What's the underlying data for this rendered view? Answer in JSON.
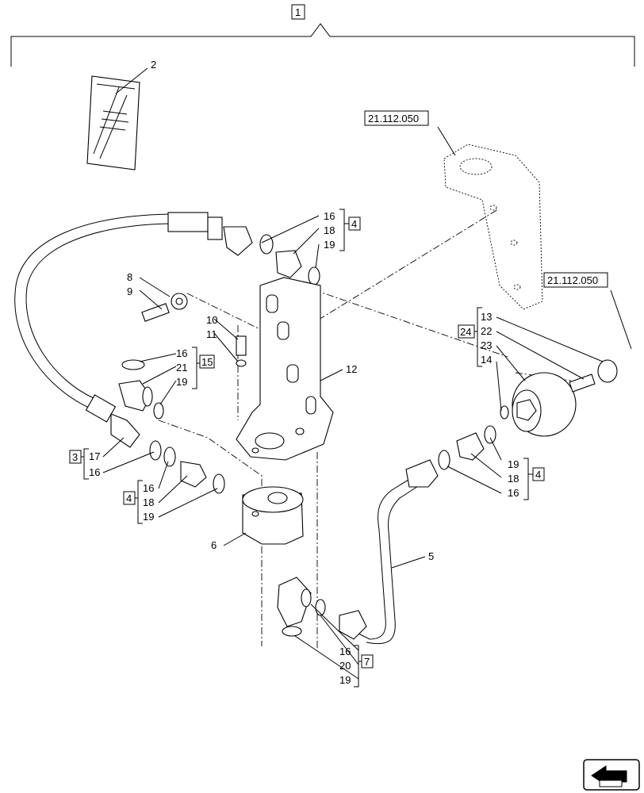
{
  "diagram": {
    "assembly_ref": "1",
    "refs": {
      "top": "21.112.050",
      "right": "21.112.050"
    },
    "callouts": {
      "c2": "2",
      "c5": "5",
      "c6": "6",
      "c8": "8",
      "c9": "9",
      "c10": "10",
      "c11": "11",
      "c12": "12",
      "g4a": {
        "a": "16",
        "b": "18",
        "c": "19",
        "ref": "4"
      },
      "g15": {
        "a": "16",
        "b": "21",
        "c": "19",
        "ref": "15"
      },
      "g3": {
        "a": "17",
        "b": "16",
        "ref": "3"
      },
      "g4b": {
        "a": "16",
        "b": "18",
        "c": "19",
        "ref": "4"
      },
      "g24": {
        "a": "13",
        "b": "22",
        "c": "23",
        "d": "14",
        "ref": "24"
      },
      "g4c": {
        "a": "19",
        "b": "18",
        "c": "16",
        "ref": "4"
      },
      "g7": {
        "a": "16",
        "b": "20",
        "c": "19",
        "ref": "7"
      }
    },
    "icons": [
      "manual-icon",
      "bracket-icon",
      "hose-icon",
      "pipe-icon",
      "fitting-icon",
      "o-ring-icon",
      "nav-arrow-icon"
    ]
  }
}
